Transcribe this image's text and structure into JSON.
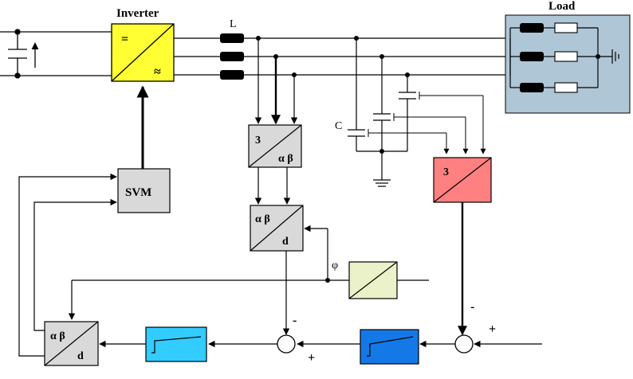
{
  "labels": {
    "inverter": "Inverter",
    "load": "Load",
    "inductor": "L",
    "capacitor": "C",
    "phi": "φ"
  },
  "blocks": {
    "svm": "SVM",
    "clarke_top": "3",
    "clarke_bottom": "α β",
    "park_top": "α β",
    "park_bottom": "d",
    "meas_clarke": "3",
    "inv_park_top": "α β",
    "inv_park_bottom": "d",
    "inverter_dc": "=",
    "inverter_ac": "≈"
  },
  "signs": {
    "sum1_minus": "-",
    "sum1_plus": "+",
    "sum2_minus": "-",
    "sum2_plus": "+"
  },
  "colors": {
    "inverter": "#ffff33",
    "load_panel": "#afc6d6",
    "clarke_block": "#d9d9d9",
    "measure_clarke": "#ff8080",
    "pll_block": "#ebf1c8",
    "controller_light": "#33ccff",
    "controller_dark": "#1479e6",
    "inductor": "#000000"
  }
}
